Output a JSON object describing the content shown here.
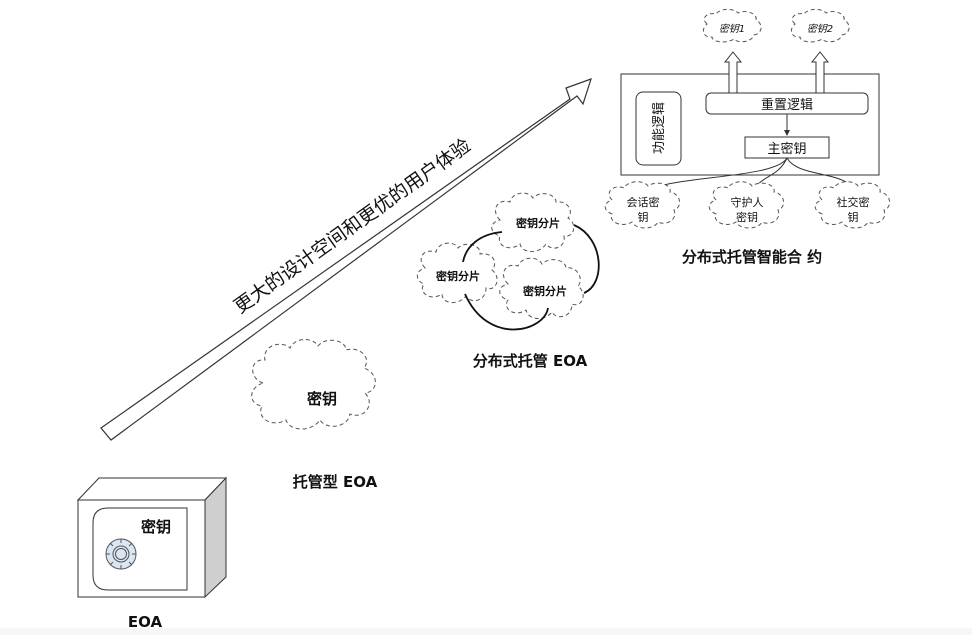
{
  "diagram": {
    "progress_arrow": {
      "label": "更大的设计空间和更优的用户体验"
    },
    "eoa": {
      "title": "EOA",
      "safe_label": "密钥",
      "dial_color": "#dae6f3",
      "safe_side_color": "#cfcfcf"
    },
    "custodial_eoa": {
      "title": "托管型 EOA",
      "cloud_label": "密钥"
    },
    "distributed_custody_eoa": {
      "title": "分布式托管 EOA",
      "shards": [
        "密钥分片",
        "密钥分片",
        "密钥分片"
      ]
    },
    "distributed_custody_contract": {
      "title": "分布式托管智能合 约",
      "feature_logic": "功能逻辑",
      "reset_logic": "重置逻辑",
      "master_key": "主密钥",
      "output_keys": [
        "密钥1",
        "密钥2"
      ],
      "sub_keys": [
        {
          "line1": "会话密",
          "line2": "钥"
        },
        {
          "line1": "守护人",
          "line2": "密钥"
        },
        {
          "line1": "社交密",
          "line2": "钥"
        }
      ]
    }
  }
}
